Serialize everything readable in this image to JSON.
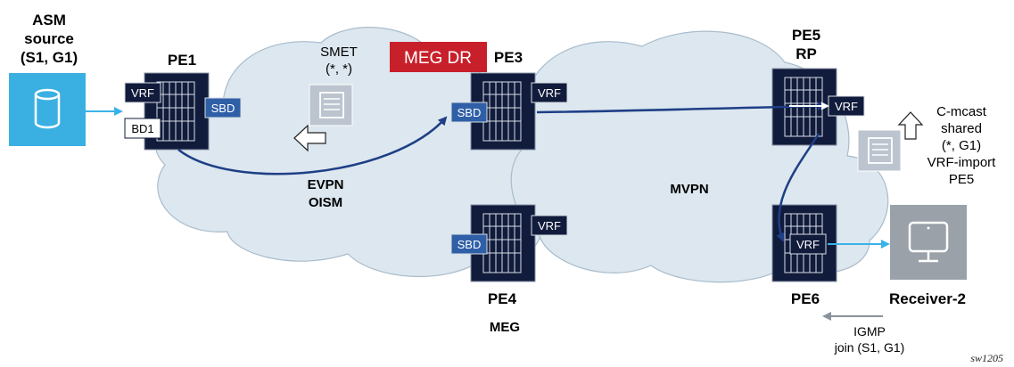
{
  "source": {
    "title_line1": "ASM",
    "title_line2": "source",
    "title_line3": "(S1, G1)"
  },
  "routers": {
    "pe1": {
      "name": "PE1",
      "vrf": "VRF",
      "bd": "BD1",
      "sbd": "SBD"
    },
    "pe3": {
      "name": "PE3",
      "vrf": "VRF",
      "sbd": "SBD"
    },
    "pe4": {
      "name": "PE4",
      "vrf": "VRF",
      "sbd": "SBD",
      "role": "MEG"
    },
    "pe5": {
      "name": "PE5",
      "role": "RP",
      "vrf": "VRF"
    },
    "pe6": {
      "name": "PE6",
      "vrf": "VRF"
    }
  },
  "meg_dr_label": "MEG DR",
  "smet": {
    "line1": "SMET",
    "line2": "(*, *)"
  },
  "clouds": {
    "evpn_line1": "EVPN",
    "evpn_line2": "OISM",
    "mvpn": "MVPN"
  },
  "cmcast": {
    "line1": "C-mcast",
    "line2": "shared",
    "line3": "(*, G1)",
    "line4": "VRF-import",
    "line5": "PE5"
  },
  "receiver": {
    "label": "Receiver-2"
  },
  "igmp": {
    "line1": "IGMP",
    "line2": "join (S1, G1)"
  },
  "watermark": "sw1205",
  "colors": {
    "cloud_fill": "#dce7ef",
    "cloud_stroke": "#a9bccb",
    "router_fill": "#111b3b",
    "sbd_fill": "#2f5fa7",
    "meg_dr_fill": "#c8202b",
    "flow_arrow": "#1f3f86",
    "access_arrow": "#3bb2e6",
    "source_fill": "#3ab0e2",
    "receiver_fill": "#9aa1a9"
  }
}
